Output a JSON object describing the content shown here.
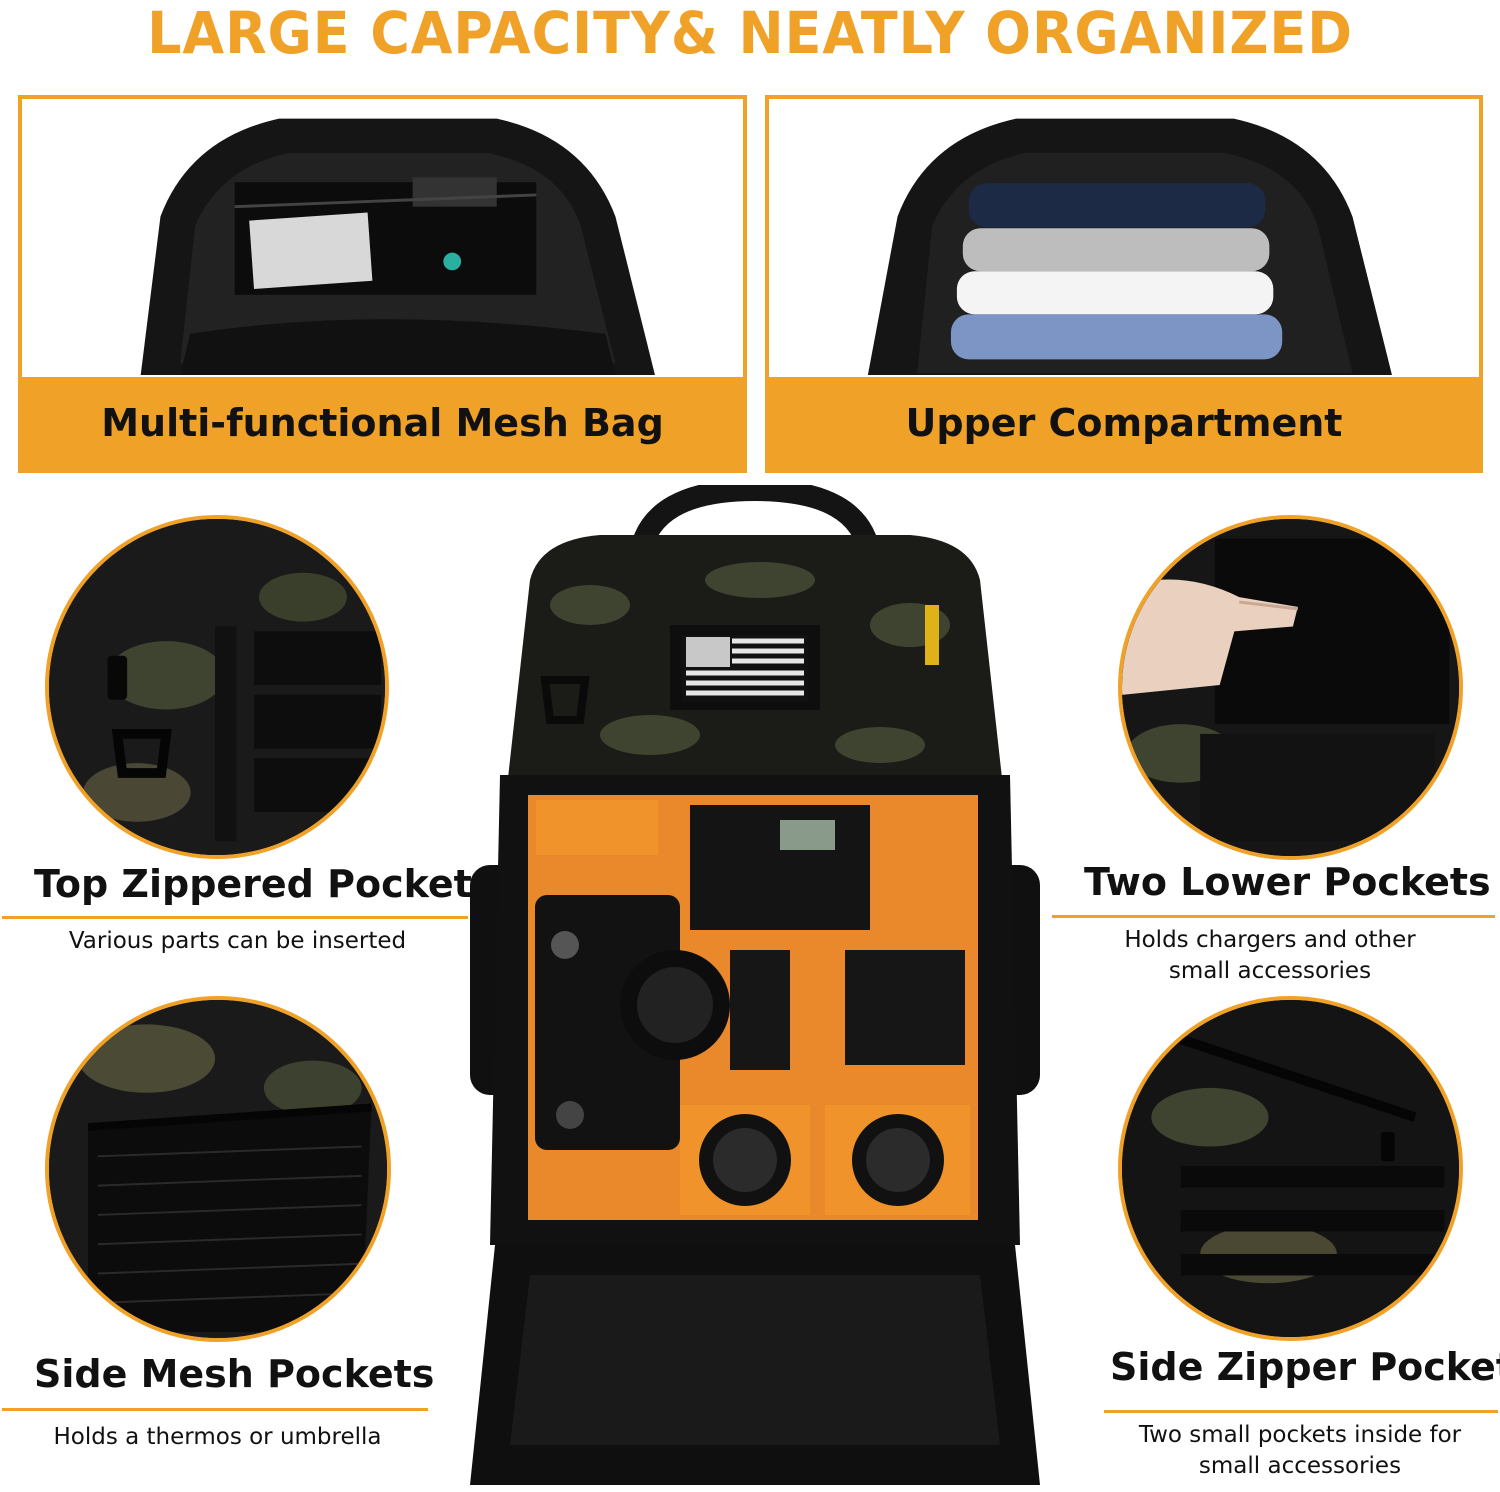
{
  "headline": "LARGE CAPACITY& NEATLY ORGANIZED",
  "colors": {
    "accent": "#f0a128",
    "bag_black": "#141414",
    "camo_olive": "#3f4430",
    "insert_orange": "#f0932b"
  },
  "panels": [
    {
      "label": "Multi-functional Mesh Bag",
      "image": "backpack-top-open-mesh-bag"
    },
    {
      "label": "Upper Compartment",
      "image": "backpack-top-open-folded-clothes"
    }
  ],
  "features": {
    "top_zippered": {
      "title": "Top Zippered Pocket",
      "subtitle": "Various parts can be inserted"
    },
    "two_lower": {
      "title": "Two Lower Pockets",
      "subtitle_line1": "Holds chargers and other",
      "subtitle_line2": "small accessories"
    },
    "side_mesh": {
      "title": "Side Mesh Pockets",
      "subtitle": "Holds a thermos or umbrella"
    },
    "side_zipper": {
      "title": "Side Zipper Pocket",
      "subtitle_line1": "Two small pockets inside for",
      "subtitle_line2": "small accessories"
    }
  },
  "product": {
    "image": "camo-camera-backpack-open-with-orange-dividers"
  }
}
